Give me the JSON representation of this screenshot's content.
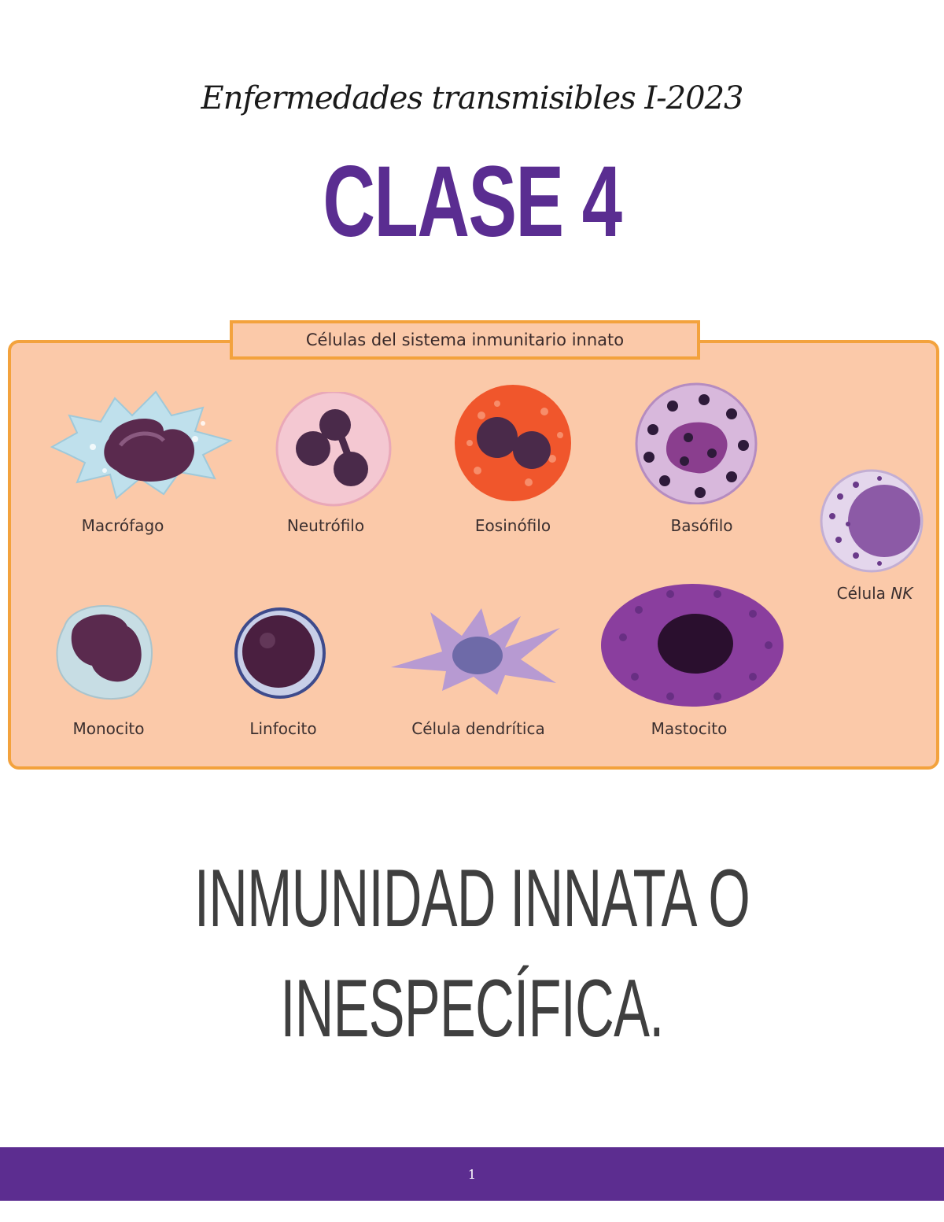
{
  "header": {
    "course": "Enfermedades transmisibles I-2023",
    "class_title": "CLASE 4"
  },
  "figure": {
    "title": "Células del sistema inmunitario innato",
    "cells": [
      {
        "label": "Macrófago"
      },
      {
        "label": "Neutrófilo"
      },
      {
        "label": "Eosinófilo"
      },
      {
        "label": "Basófilo"
      },
      {
        "label_prefix": "Célula",
        "label_italic": "NK"
      },
      {
        "label": "Monocito"
      },
      {
        "label": "Linfocito"
      },
      {
        "label": "Célula dendrítica"
      },
      {
        "label": "Mastocito"
      }
    ]
  },
  "main": {
    "heading_line1": "INMUNIDAD INNATA O",
    "heading_line2": "INESPECÍFICA."
  },
  "footer": {
    "page_number": "1"
  },
  "colors": {
    "accent_purple": "#5a2d91",
    "panel_bg": "#fbc9a9",
    "panel_border": "#f3a23d"
  }
}
